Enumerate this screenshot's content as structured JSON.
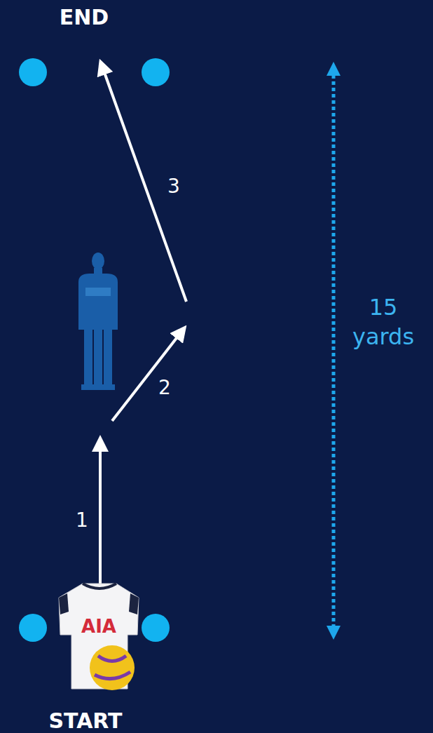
{
  "diagram": {
    "labels": [
      "END",
      "3",
      "15 yards",
      "2",
      "1",
      "AIA",
      "START"
    ]
  }
}
